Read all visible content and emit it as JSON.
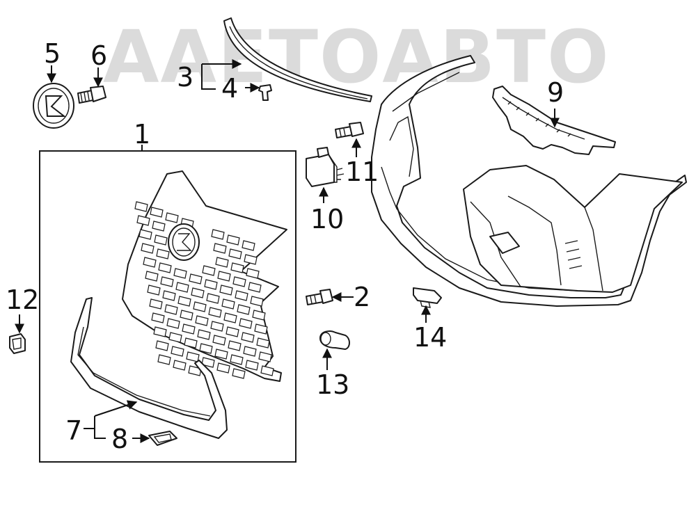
{
  "watermark": {
    "text": "ААЕТОАВТО"
  },
  "callouts": {
    "c1": "1",
    "c2": "2",
    "c3": "3",
    "c4": "4",
    "c5": "5",
    "c6": "6",
    "c7": "7",
    "c8": "8",
    "c9": "9",
    "c10": "10",
    "c11": "11",
    "c12": "12",
    "c13": "13",
    "c14": "14"
  }
}
